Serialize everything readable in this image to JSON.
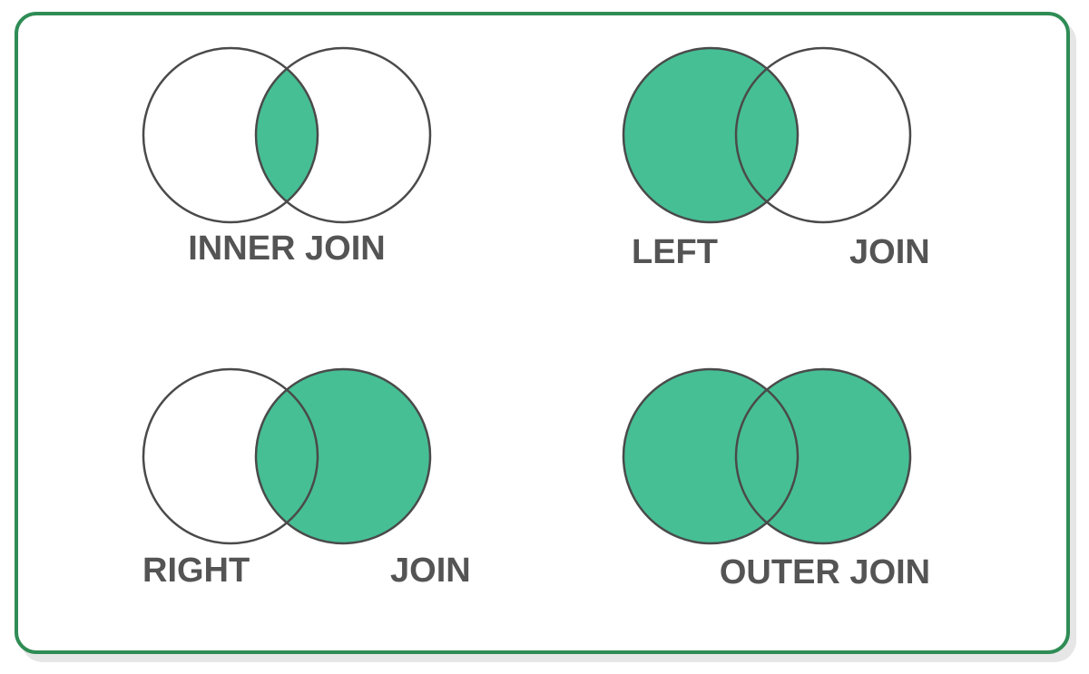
{
  "colors": {
    "fill": "#46bf95",
    "outline": "#4a4a4a",
    "frame": "#2f8c55",
    "label": "#545454"
  },
  "panels": {
    "inner": {
      "label": "INNER JOIN"
    },
    "left": {
      "label_left": "LEFT",
      "label_right": "JOIN"
    },
    "right": {
      "label_left": "RIGHT",
      "label_right": "JOIN"
    },
    "outer": {
      "label": "OUTER JOIN"
    }
  }
}
